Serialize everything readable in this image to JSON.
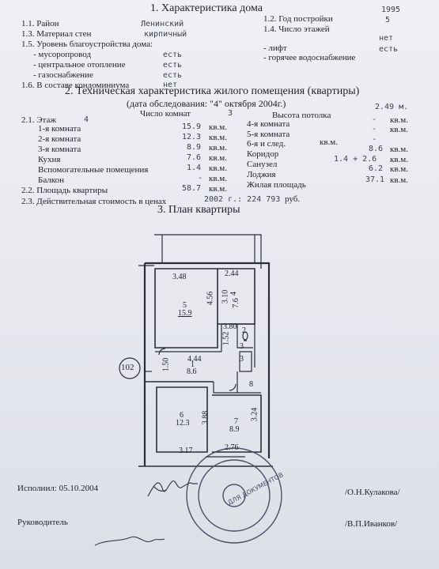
{
  "section1": {
    "title": "1. Характеристика дома",
    "district_label": "1.1. Район",
    "district_value": "Ленинский",
    "year_label": "1.2. Год постройки",
    "year_value": "1995",
    "material_label": "1.3. Материал стен",
    "material_value": "кирпичный",
    "floors_label": "1.4. Число этажей",
    "floors_value": "5",
    "amenities_label": "1.5. Уровень благоустройства дома:",
    "garbage_label": "- мусоропровод",
    "garbage_value": "есть",
    "heating_label": "- центральное отопление",
    "heating_value": "есть",
    "gas_label": "- газоснабжение",
    "gas_value": "есть",
    "lift_label": "- лифт",
    "lift_value": "нет",
    "hotwater_label": "- горячее водоснабжение",
    "hotwater_value": "есть",
    "condo_label": "1.6. В составе кондоминиума",
    "condo_value": "нет"
  },
  "section2": {
    "title": "2. Техническая характеристика жилого помещения (квартиры)",
    "subtitle": "(дата обследования: \"4\" октября 2004г.)",
    "floor_label": "2.1. Этаж",
    "floor_value": "4",
    "rooms_label": "Число комнат",
    "rooms_value": "3",
    "ceiling_label": "Высота потолка",
    "ceiling_value": "2.49 м.",
    "unit": "кв.м.",
    "left_rows": [
      {
        "label": "1-я комната",
        "value": "15.9"
      },
      {
        "label": "2-я комната",
        "value": "12.3"
      },
      {
        "label": "3-я комната",
        "value": "8.9"
      },
      {
        "label": "Кухня",
        "value": "7.6"
      },
      {
        "label": "Вспомогательные помещения",
        "value": "1.4"
      },
      {
        "label": "Балкон",
        "value": "-"
      }
    ],
    "right_rows": [
      {
        "label": "4-я комната",
        "value": "-"
      },
      {
        "label": "5-я комната",
        "value": "-"
      },
      {
        "label": "6-я и след.",
        "value": "-"
      },
      {
        "label": "Коридор",
        "value": "8.6"
      },
      {
        "label": "Санузел",
        "value": "1.4 + 2.6"
      },
      {
        "label": "Лоджия",
        "value": "6.2"
      }
    ],
    "area_label": "2.2. Площадь квартиры",
    "area_value": "58.7",
    "living_label": "Жилая площадь",
    "living_value": "37.1",
    "cost_label": "2.3. Действительная стоимость в ценах",
    "cost_value": "2002 г.: 224 793",
    "cost_unit": "руб."
  },
  "section3": {
    "title": "3. План квартиры",
    "apt_number": "102",
    "dims": [
      "3.48",
      "2.44",
      "4.56",
      "3.10",
      "3.80",
      "1.52",
      "1.50",
      "4.44",
      "3",
      "8",
      "3.88",
      "3.24",
      "3.17",
      "2.76"
    ],
    "rooms": [
      {
        "num": "5",
        "area": "15.9"
      },
      {
        "num": "4",
        "area": "7.6"
      },
      {
        "num": "1",
        "area": "8.6"
      },
      {
        "num": "6",
        "area": "12.3"
      },
      {
        "num": "7",
        "area": "8.9"
      }
    ],
    "wc_labels": [
      "2",
      "3"
    ]
  },
  "footer": {
    "executor_label": "Исполнил: 05.10.2004",
    "executor_name": "/О.Н.Кулакова/",
    "head_label": "Руководитель",
    "head_name": "/В.П.Иванков/",
    "stamp_text": "ДЛЯ ДОКУМЕНТОВ"
  },
  "colors": {
    "ink": "#22242b",
    "fill_ink": "#3b3f4a",
    "stamp": "#4a4f6a"
  }
}
